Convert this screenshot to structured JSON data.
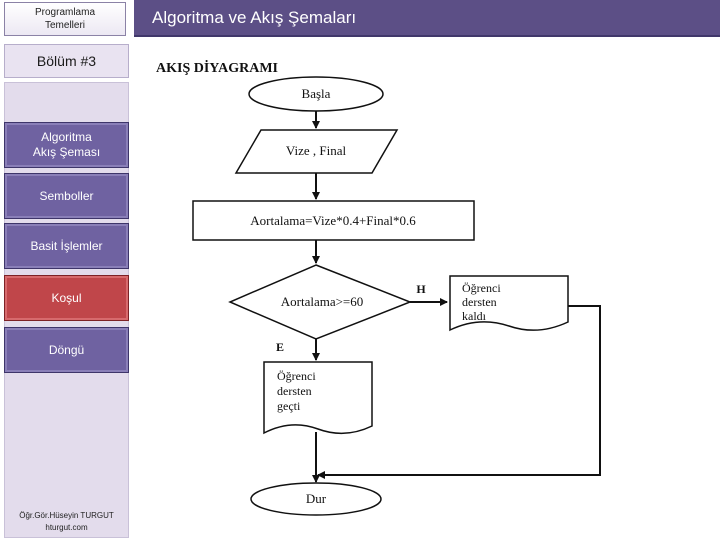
{
  "sidebar": {
    "course_title_line1": "Programlama",
    "course_title_line2": "Temelleri",
    "chapter": "Bölüm #3",
    "items": [
      {
        "line1": "Algoritma",
        "line2": "Akış Şeması"
      },
      {
        "line1": "Semboller",
        "line2": ""
      },
      {
        "line1": "Basit İşlemler",
        "line2": ""
      },
      {
        "line1": "Koşul",
        "line2": ""
      },
      {
        "line1": "Döngü",
        "line2": ""
      }
    ],
    "active_item": "Koşul",
    "author_line1": "Öğr.Gör.Hüseyin TURGUT",
    "author_line2": "hturgut.com"
  },
  "header": {
    "title": "Algoritma ve Akış Şemaları"
  },
  "flowchart": {
    "heading": "AKIŞ DİYAGRAMI",
    "start": "Başla",
    "input": "Vize , Final",
    "process": "Aortalama=Vize*0.4+Final*0.6",
    "decision": "Aortalama>=60",
    "false_label": "H",
    "true_label": "E",
    "false_output_line1": "Öğrenci",
    "false_output_line2": "dersten",
    "false_output_line3": "kaldı",
    "true_output_line1": "Öğrenci",
    "true_output_line2": "dersten",
    "true_output_line3": "geçti",
    "end": "Dur"
  },
  "colors": {
    "header_bg": "#5c4f86",
    "nav_item_bg": "#6f62a1",
    "nav_active_bg": "#c0464a",
    "sidebar_track": "#e3dcec"
  }
}
